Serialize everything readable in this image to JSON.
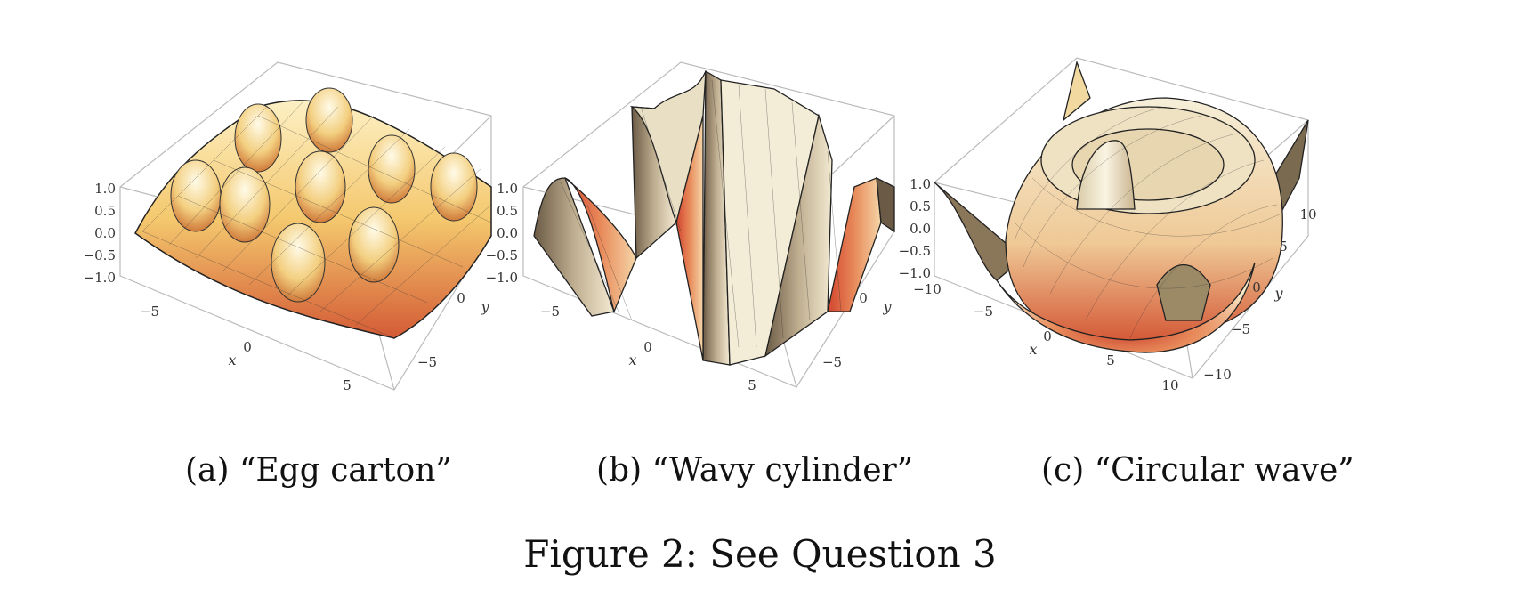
{
  "figure": {
    "caption": "Figure 2: See Question 3",
    "panels": [
      {
        "id": "a",
        "caption": "(a) “Egg carton”",
        "z_ticks": [
          "1.0",
          "0.5",
          "0.0",
          "−0.5",
          "−1.0"
        ],
        "x_ticks": [
          "−5",
          "0",
          "5"
        ],
        "y_ticks": [
          "0",
          "−5"
        ],
        "x_label": "x",
        "y_label": "y"
      },
      {
        "id": "b",
        "caption": "(b) “Wavy cylinder”",
        "z_ticks": [
          "1.0",
          "0.5",
          "0.0",
          "−0.5",
          "−1.0"
        ],
        "x_ticks": [
          "−5",
          "0",
          "5"
        ],
        "y_ticks": [
          "0",
          "−5"
        ],
        "x_label": "x",
        "y_label": "y"
      },
      {
        "id": "c",
        "caption": "(c) “Circular wave”",
        "z_ticks": [
          "1.0",
          "0.5",
          "0.0",
          "−0.5",
          "−1.0"
        ],
        "x_ticks": [
          "−10",
          "−5",
          "0",
          "5",
          "10"
        ],
        "y_ticks": [
          "10",
          "5",
          "0",
          "−5",
          "−10"
        ],
        "x_label": "x",
        "y_label": "y"
      }
    ]
  },
  "colors": {
    "surface_light": "#fbe6a8",
    "surface_mid": "#f2c064",
    "surface_dark": "#c8402c",
    "box": "#b8b8b8"
  }
}
